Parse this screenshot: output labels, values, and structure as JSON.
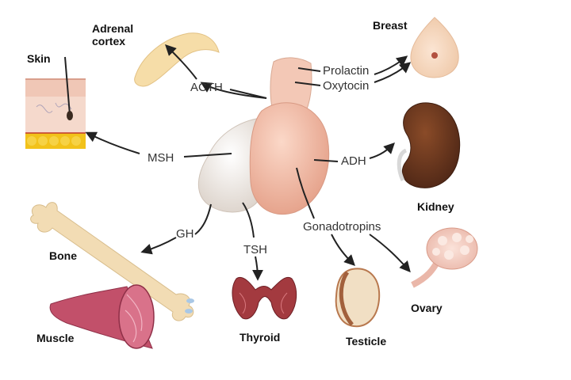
{
  "gland": {
    "name": ""
  },
  "hormones": {
    "acth": "ACTH",
    "prolactin": "Prolactin",
    "oxytocin": "Oxytocin",
    "msh": "MSH",
    "adh": "ADH",
    "gh": "GH",
    "tsh": "TSH",
    "gonadotropins": "Gonadotropins"
  },
  "organs": {
    "adrenal_cortex_line1": "Adrenal",
    "adrenal_cortex_line2": "cortex",
    "breast": "Breast",
    "skin": "Skin",
    "kidney": "Kidney",
    "bone": "Bone",
    "muscle": "Muscle",
    "thyroid": "Thyroid",
    "testicle": "Testicle",
    "ovary": "Ovary"
  },
  "colors": {
    "anterior_lobe": "#ede6df",
    "posterior_lobe": "#f0b9a3",
    "arrow": "#222222",
    "kidney": "#6b3a22",
    "bone": "#f2dcb4",
    "muscle": "#c2506a",
    "thyroid": "#a33a3f",
    "adipose": "#f2c21a"
  }
}
